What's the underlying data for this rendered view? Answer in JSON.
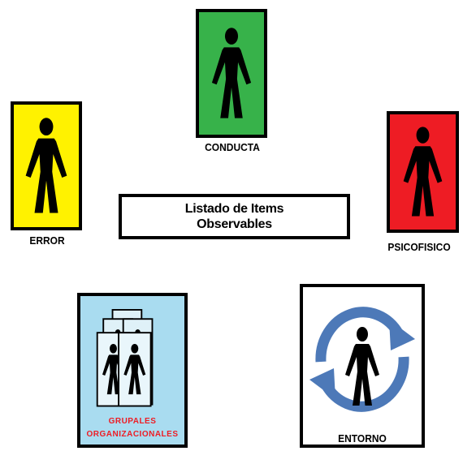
{
  "colors": {
    "conducta": "#37b24a",
    "error": "#fff200",
    "psicofisico": "#ee1c24",
    "grupales": "#a9dcf0",
    "entorno": "#ffffff",
    "arrow": "#4d79b8",
    "grupales_text": "#ee1c24",
    "figure": "#000000"
  },
  "center": {
    "line1": "Listado de Items",
    "line2": "Observables"
  },
  "cards": {
    "conducta": {
      "label": "CONDUCTA"
    },
    "error": {
      "label": "ERROR"
    },
    "psicofisico": {
      "label": "PSICOFISICO"
    },
    "grupales": {
      "line1": "GRUPALES",
      "line2": "ORGANIZACIONALES"
    },
    "entorno": {
      "label": "ENTORNO"
    }
  },
  "icons": {
    "person": "person-icon",
    "group": "group-of-people-icon",
    "cycle": "cycle-arrows-icon"
  }
}
